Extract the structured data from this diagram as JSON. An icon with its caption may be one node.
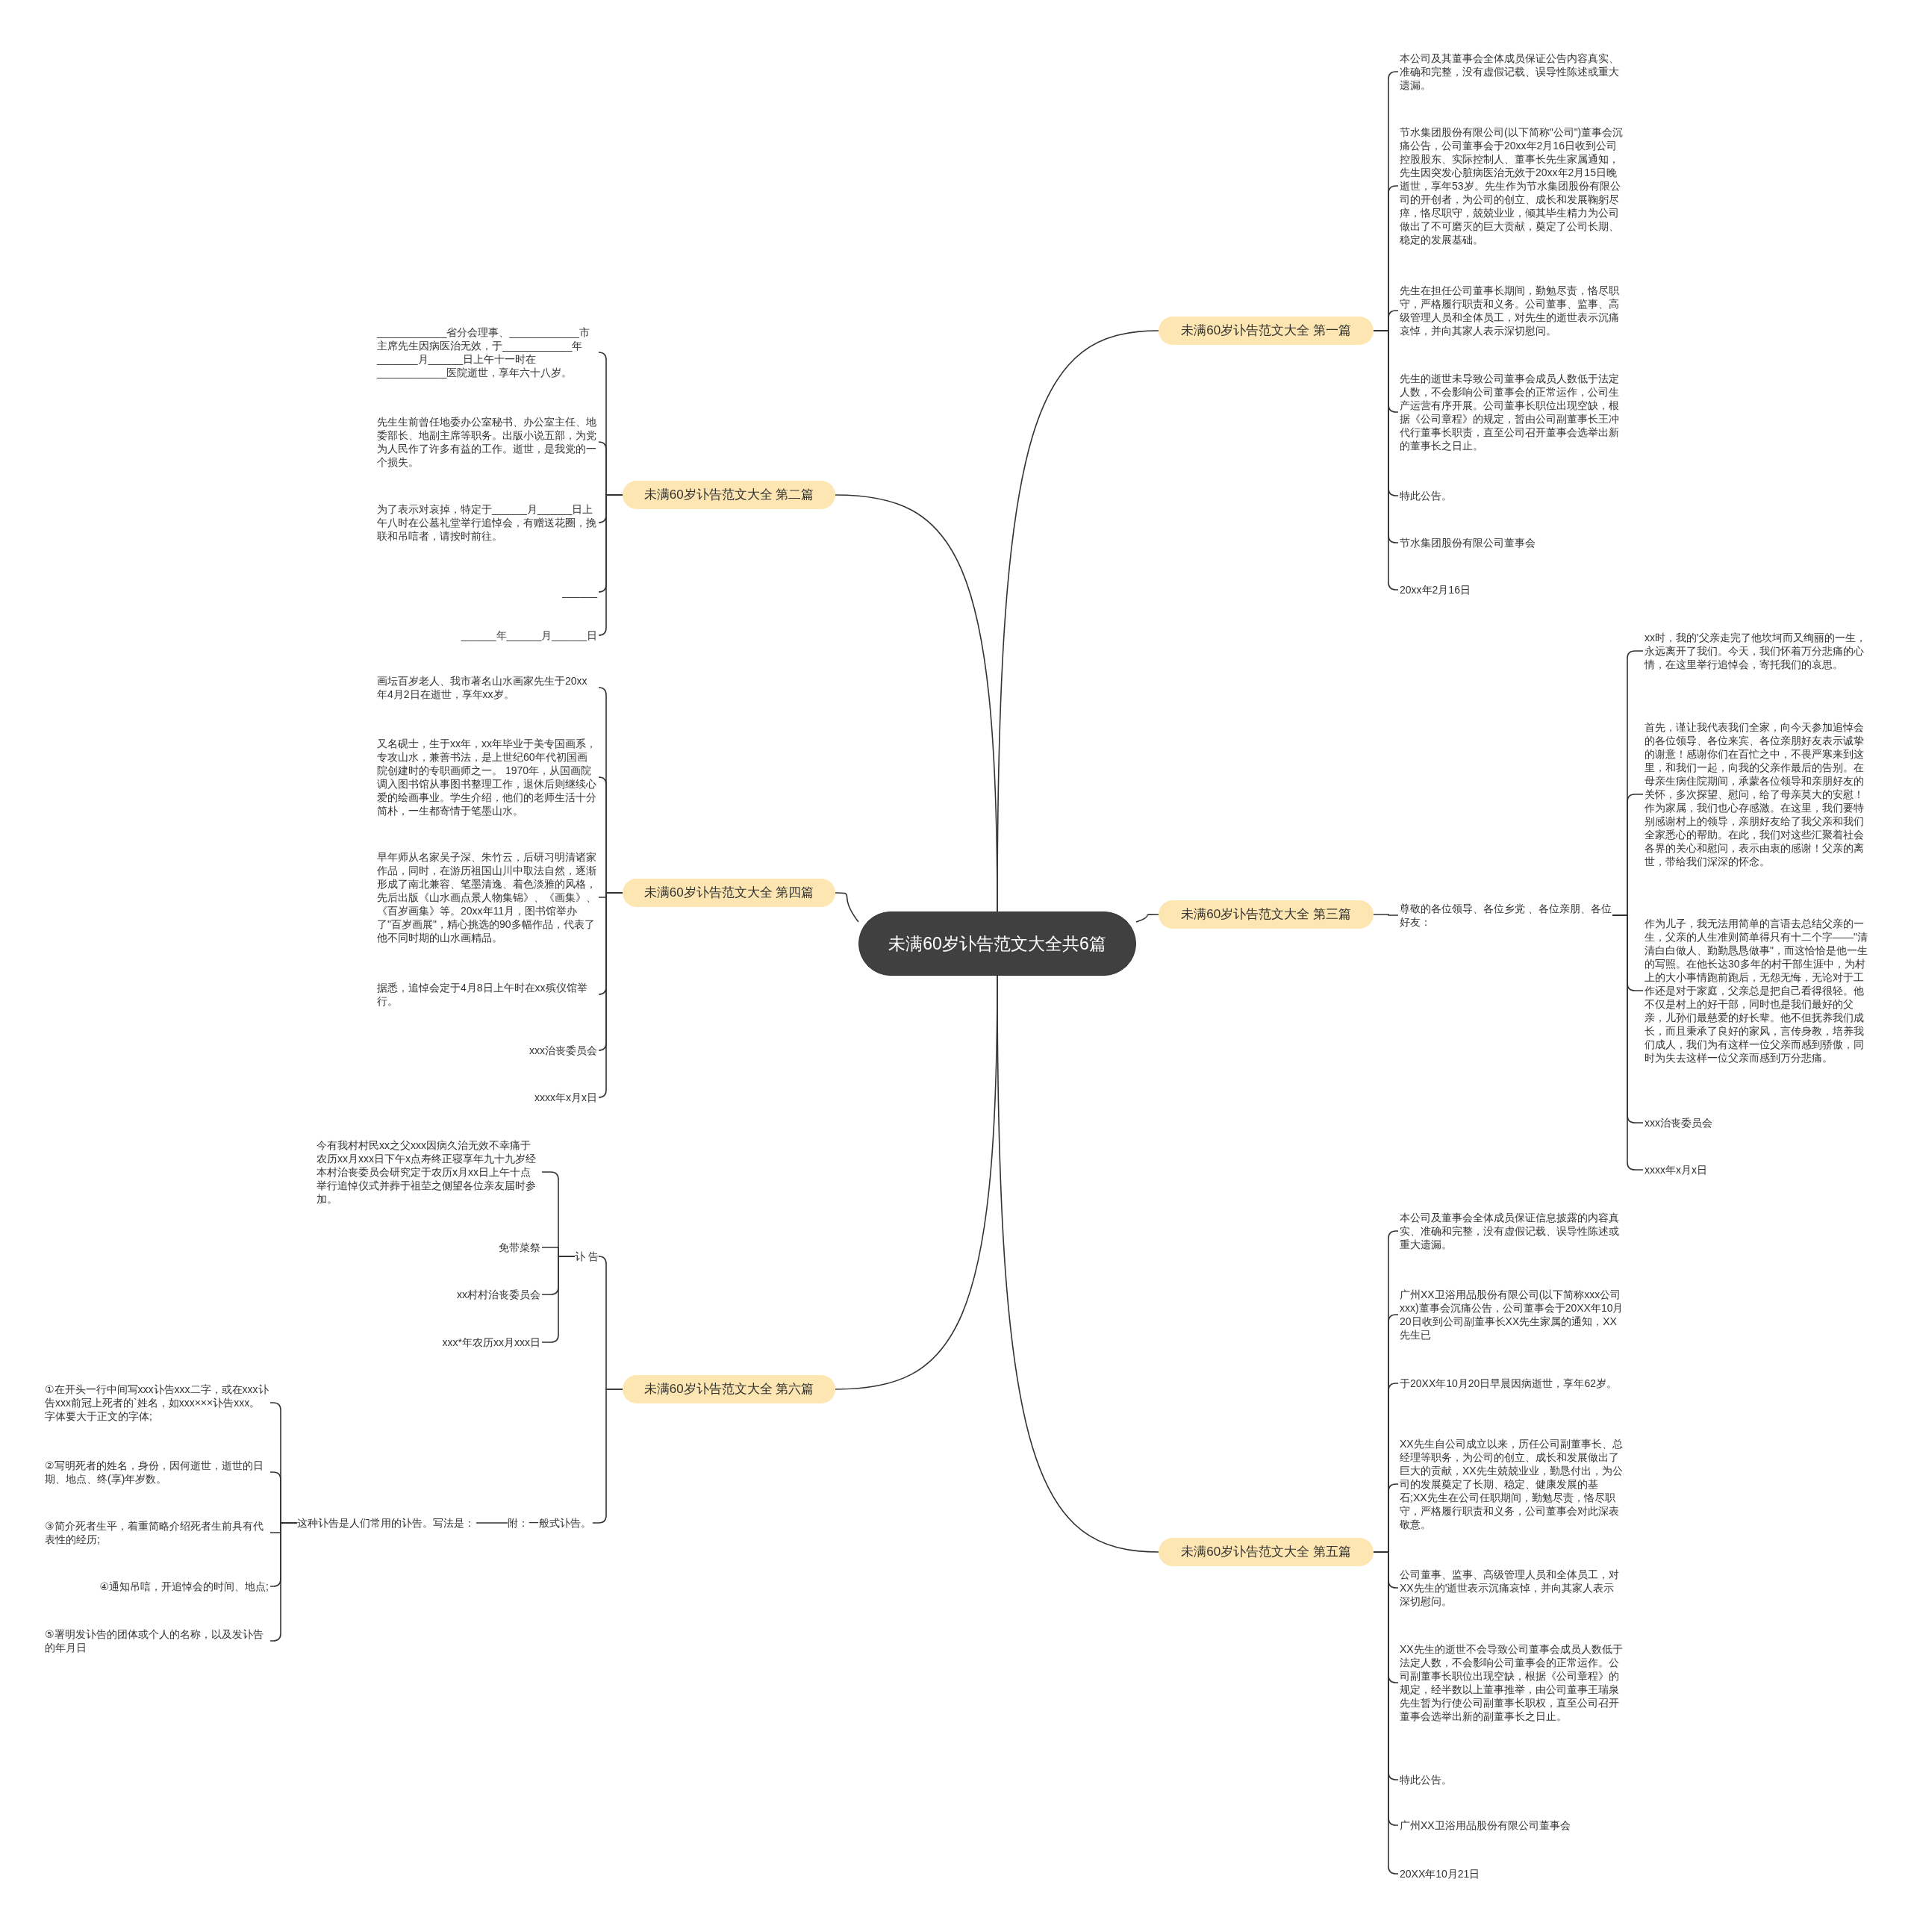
{
  "diagram": {
    "nodes": [
      {
        "text": [
          "未满60岁讣告范文大全共6篇"
        ]
      },
      {
        "text": [
          "未满60岁讣告范文大全 第一篇"
        ]
      },
      {
        "text": [
          "本公司及其董事会全体成员保证公告内容真实、准确和完整，没有虚假记载、误导性陈述或重大遗漏。"
        ]
      },
      {
        "text": [
          "节水集团股份有限公司(以下简称\"公司\")董事会沉痛公告，公司董事会于20xx年2月16日收到公司控股股东、实际控制人、董事长先生家属通知，先生因突发心脏病医治无效于20xx年2月15日晚逝世，享年53岁。先生作为节水集团股份有限公司的开创者，为公司的创立、成长和发展鞠躬尽瘁，恪尽职守，兢兢业业，倾其毕生精力为公司做出了不可磨灭的巨大贡献，奠定了公司长期、稳定的发展基础。"
        ]
      },
      {
        "text": [
          "先生在担任公司董事长期间，勤勉尽责，恪尽职守，严格履行职责和义务。公司董事、监事、高级管理人员和全体员工，对先生的逝世表示沉痛哀悼，并向其家人表示深切慰问。"
        ]
      },
      {
        "text": [
          "先生的逝世未导致公司董事会成员人数低于法定人数，不会影响公司董事会的正常运作，公司生产运营有序开展。公司董事长职位出现空缺，根据《公司章程》的规定，暂由公司副董事长王冲代行董事长职责，直至公司召开董事会选举出新的董事长之日止。"
        ]
      },
      {
        "text": [
          "特此公告。"
        ]
      },
      {
        "text": [
          "节水集团股份有限公司董事会"
        ]
      },
      {
        "text": [
          "20xx年2月16日"
        ]
      },
      {
        "text": [
          "未满60岁讣告范文大全 第二篇"
        ]
      },
      {
        "text": [
          "____________省分会理事、____________市主席先生因病医治无效，于____________年_______月______日上午十一时在____________医院逝世，享年六十八岁。"
        ]
      },
      {
        "text": [
          "先生生前曾任地委办公室秘书、办公室主任、地委部长、地副主席等职务。出版小说五部，为党为人民作了许多有益的工作。逝世，是我党的一个损失。"
        ]
      },
      {
        "text": [
          "为了表示对哀掉，特定于______月______日上午八时在公墓礼堂举行追悼会，有赠送花圈，挽联和吊唁者，请按时前往。"
        ]
      },
      {
        "text": [
          "______"
        ]
      },
      {
        "text": [
          "______年______月______日"
        ]
      },
      {
        "text": [
          "未满60岁讣告范文大全 第三篇"
        ]
      },
      {
        "text": [
          "尊敬的各位领导、各位乡党 、各位亲朋、各位好友："
        ]
      },
      {
        "text": [
          "xx时，我的'父亲走完了他坎坷而又绚丽的一生，永远离开了我们。今天，我们怀着万分悲痛的心情，在这里举行追悼会，寄托我们的哀思。"
        ]
      },
      {
        "text": [
          "首先，谨让我代表我们全家，向今天参加追悼会的各位领导、各位来宾、各位亲朋好友表示诚挚的谢意！感谢你们在百忙之中，不畏严寒来到这里，和我们一起，向我的父亲作最后的告别。在母亲生病住院期间，承蒙各位领导和亲朋好友的关怀，多次探望、慰问，给了母亲莫大的安慰！作为家属，我们也心存感激。在这里，我们要特别感谢村上的领导，亲朋好友给了我父亲和我们全家悉心的帮助。在此，我们对这些汇聚着社会各界的关心和慰问，表示由衷的感谢！父亲的离世，带给我们深深的怀念。"
        ]
      },
      {
        "text": [
          "作为儿子，我无法用简单的言语去总结父亲的一生，父亲的人生准则简单得只有十二个字——\"清清白白做人、勤勤恳恳做事\"，而这恰恰是他一生的写照。在他长达30多年的村干部生涯中，为村上的大小事情跑前跑后，无怨无悔，无论对于工作还是对于家庭，父亲总是把自己看得很轻。他不仅是村上的好干部，同时也是我们最好的父亲，儿孙们最慈爱的好长辈。他不但抚养我们成长，而且秉承了良好的家风，言传身教，培养我们成人，我们为有这样一位父亲而感到骄傲，同时为失去这样一位父亲而感到万分悲痛。"
        ]
      },
      {
        "text": [
          "xxx治丧委员会"
        ]
      },
      {
        "text": [
          "xxxx年x月x日"
        ]
      },
      {
        "text": [
          "未满60岁讣告范文大全 第四篇"
        ]
      },
      {
        "text": [
          "画坛百岁老人、我市著名山水画家先生于20xx年4月2日在逝世，享年xx岁。"
        ]
      },
      {
        "text": [
          "又名砚士，生于xx年，xx年毕业于美专国画系，专攻山水，兼善书法，是上世纪60年代初国画院创建时的专职画师之一。 1970年，从国画院调入图书馆从事图书整理工作，退休后则继续心爱的绘画事业。学生介绍，他们的老师生活十分简朴，一生都寄情于笔墨山水。"
        ]
      },
      {
        "text": [
          "早年师从名家吴子深、朱竹云，后研习明清诸家作品，同时，在游历祖国山川中取法自然，逐渐形成了南北兼容、笔墨清逸、着色淡雅的风格，先后出版《山水画点景人物集锦》、《画集》、《百岁画集》等。20xx年11月，图书馆举办了\"百岁画展\"，精心挑选的90多幅作品，代表了他不同时期的山水画精品。"
        ]
      },
      {
        "text": [
          "据悉，追悼会定于4月8日上午时在xx殡仪馆举行。"
        ]
      },
      {
        "text": [
          "xxx治丧委员会"
        ]
      },
      {
        "text": [
          "xxxx年x月x日"
        ]
      },
      {
        "text": [
          "未满60岁讣告范文大全 第五篇"
        ]
      },
      {
        "text": [
          "本公司及董事会全体成员保证信息披露的内容真实、准确和完整，没有虚假记载、误导性陈述或重大遗漏。"
        ]
      },
      {
        "text": [
          "广州XX卫浴用品股份有限公司(以下简称xxx公司xxx)董事会沉痛公告，公司董事会于20XX年10月20日收到公司副董事长XX先生家属的通知，XX先生已"
        ]
      },
      {
        "text": [
          "于20XX年10月20日早晨因病逝世，享年62岁。"
        ]
      },
      {
        "text": [
          "XX先生自公司成立以来，历任公司副董事长、总经理等职务，为公司的创立、成长和发展做出了巨大的贡献，XX先生兢兢业业，勤恳付出，为公司的发展奠定了长期、稳定、健康发展的基石;XX先生在公司任职期间，勤勉尽责，恪尽职守，严格履行职责和义务，公司董事会对此深表敬意。"
        ]
      },
      {
        "text": [
          "公司董事、监事、高级管理人员和全体员工，对XX先生的'逝世表示沉痛哀悼，并向其家人表示深切慰问。"
        ]
      },
      {
        "text": [
          "XX先生的逝世不会导致公司董事会成员人数低于法定人数，不会影响公司董事会的正常运作。公司副董事长职位出现空缺，根据《公司章程》的规定，经半数以上董事推举，由公司董事王瑞泉先生暂为行使公司副董事长职权，直至公司召开董事会选举出新的副董事长之日止。"
        ]
      },
      {
        "text": [
          "特此公告。"
        ]
      },
      {
        "text": [
          "广州XX卫浴用品股份有限公司董事会"
        ]
      },
      {
        "text": [
          "20XX年10月21日"
        ]
      },
      {
        "text": [
          "未满60岁讣告范文大全 第六篇"
        ]
      },
      {
        "text": [
          "讣 告"
        ]
      },
      {
        "text": [
          "今有我村村民xx之父xxx因病久治无效不幸痛于农历xx月xxx日下午x点寿终正寝享年九十九岁经本村治丧委员会研究定于农历x月xx日上午十点举行追悼仪式并葬于祖茔之侧望各位亲友届时参加。"
        ]
      },
      {
        "text": [
          "免带菜祭"
        ]
      },
      {
        "text": [
          "xx村村治丧委员会"
        ]
      },
      {
        "text": [
          "xxx*年农历xx月xxx日"
        ]
      },
      {
        "text": [
          "附：一般式讣告。"
        ]
      },
      {
        "text": [
          "这种讣告是人们常用的讣告。写法是："
        ]
      },
      {
        "text": [
          "①在开头一行中间写xxx讣告xxx二字，或在xxx讣告xxx前冠上死者的`姓名，如xxx×××讣告xxx。字体要大于正文的字体;"
        ]
      },
      {
        "text": [
          "②写明死者的姓名，身份，因何逝世，逝世的日期、地点、终(享)年岁数。"
        ]
      },
      {
        "text": [
          "③简介死者生平，着重简略介绍死者生前具有代表性的经历;"
        ]
      },
      {
        "text": [
          "④通知吊唁，开追悼会的时间、地点;"
        ]
      },
      {
        "text": [
          "⑤署明发讣告的团体或个人的名称，以及发讣告的年月日"
        ]
      }
    ],
    "edges": [
      {
        "from": 0,
        "to": 1,
        "arrow": "none"
      },
      {
        "from": 0,
        "to": 9,
        "arrow": "none"
      },
      {
        "from": 0,
        "to": 15,
        "arrow": "none"
      },
      {
        "from": 0,
        "to": 22,
        "arrow": "none"
      },
      {
        "from": 0,
        "to": 29,
        "arrow": "none"
      },
      {
        "from": 0,
        "to": 39,
        "arrow": "none"
      },
      {
        "from": 1,
        "to": 2,
        "arrow": "none"
      },
      {
        "from": 1,
        "to": 3,
        "arrow": "none"
      },
      {
        "from": 1,
        "to": 4,
        "arrow": "none"
      },
      {
        "from": 1,
        "to": 5,
        "arrow": "none"
      },
      {
        "from": 1,
        "to": 6,
        "arrow": "none"
      },
      {
        "from": 1,
        "to": 7,
        "arrow": "none"
      },
      {
        "from": 1,
        "to": 8,
        "arrow": "none"
      },
      {
        "from": 9,
        "to": 10,
        "arrow": "none"
      },
      {
        "from": 9,
        "to": 11,
        "arrow": "none"
      },
      {
        "from": 9,
        "to": 12,
        "arrow": "none"
      },
      {
        "from": 9,
        "to": 13,
        "arrow": "none"
      },
      {
        "from": 9,
        "to": 14,
        "arrow": "none"
      },
      {
        "from": 15,
        "to": 16,
        "arrow": "none"
      },
      {
        "from": 16,
        "to": 17,
        "arrow": "none"
      },
      {
        "from": 16,
        "to": 18,
        "arrow": "none"
      },
      {
        "from": 16,
        "to": 19,
        "arrow": "none"
      },
      {
        "from": 16,
        "to": 20,
        "arrow": "none"
      },
      {
        "from": 16,
        "to": 21,
        "arrow": "none"
      },
      {
        "from": 22,
        "to": 23,
        "arrow": "none"
      },
      {
        "from": 22,
        "to": 24,
        "arrow": "none"
      },
      {
        "from": 22,
        "to": 25,
        "arrow": "none"
      },
      {
        "from": 22,
        "to": 26,
        "arrow": "none"
      },
      {
        "from": 22,
        "to": 27,
        "arrow": "none"
      },
      {
        "from": 22,
        "to": 28,
        "arrow": "none"
      },
      {
        "from": 29,
        "to": 30,
        "arrow": "none"
      },
      {
        "from": 29,
        "to": 31,
        "arrow": "none"
      },
      {
        "from": 29,
        "to": 32,
        "arrow": "none"
      },
      {
        "from": 29,
        "to": 33,
        "arrow": "none"
      },
      {
        "from": 29,
        "to": 34,
        "arrow": "none"
      },
      {
        "from": 29,
        "to": 35,
        "arrow": "none"
      },
      {
        "from": 29,
        "to": 36,
        "arrow": "none"
      },
      {
        "from": 29,
        "to": 37,
        "arrow": "none"
      },
      {
        "from": 29,
        "to": 38,
        "arrow": "none"
      },
      {
        "from": 39,
        "to": 40,
        "arrow": "none"
      },
      {
        "from": 39,
        "to": 45,
        "arrow": "none"
      },
      {
        "from": 40,
        "to": 41,
        "arrow": "none"
      },
      {
        "from": 40,
        "to": 42,
        "arrow": "none"
      },
      {
        "from": 40,
        "to": 43,
        "arrow": "none"
      },
      {
        "from": 40,
        "to": 44,
        "arrow": "none"
      },
      {
        "from": 45,
        "to": 46,
        "arrow": "none"
      },
      {
        "from": 46,
        "to": 47,
        "arrow": "none"
      },
      {
        "from": 46,
        "to": 48,
        "arrow": "none"
      },
      {
        "from": 46,
        "to": 49,
        "arrow": "none"
      },
      {
        "from": 46,
        "to": 50,
        "arrow": "none"
      },
      {
        "from": 46,
        "to": 51,
        "arrow": "none"
      }
    ]
  }
}
